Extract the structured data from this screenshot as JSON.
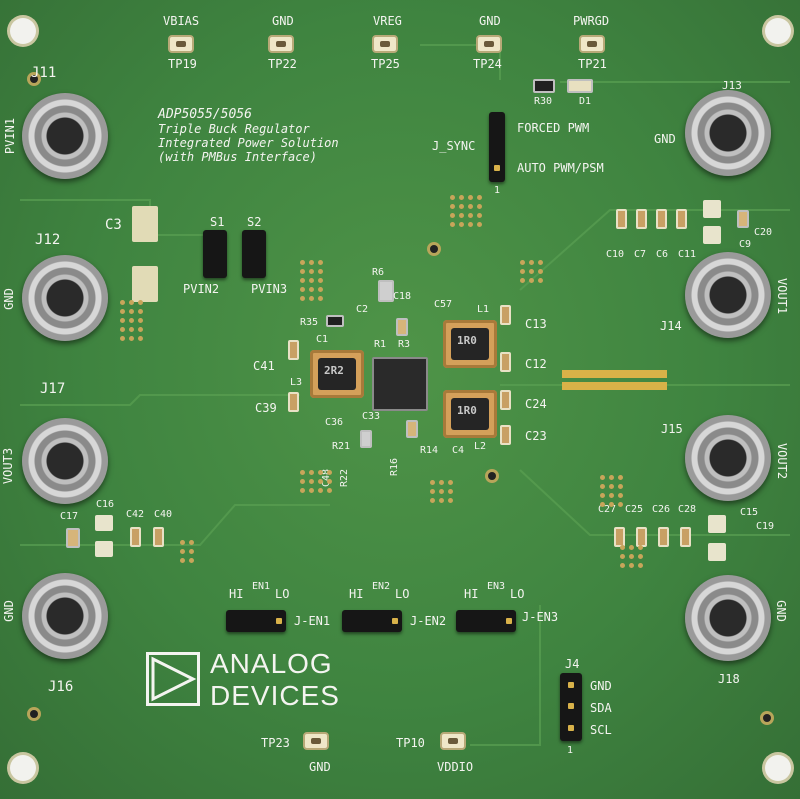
{
  "board": {
    "title_lines": [
      "ADP5055/5056",
      "Triple Buck Regulator",
      "Integrated Power Solution",
      "(with PMBus Interface)"
    ],
    "logo": {
      "line1": "ANALOG",
      "line2": "DEVICES"
    }
  },
  "test_points": [
    {
      "name": "VBIAS",
      "id": "TP19"
    },
    {
      "name": "GND",
      "id": "TP22"
    },
    {
      "name": "VREG",
      "id": "TP25"
    },
    {
      "name": "GND",
      "id": "TP24"
    },
    {
      "name": "PWRGD",
      "id": "TP21"
    },
    {
      "id": "TP23",
      "name": "GND"
    },
    {
      "id": "TP10",
      "name": "VDDIO"
    }
  ],
  "jacks": {
    "j11": {
      "id": "J11",
      "name": "PVIN1"
    },
    "j12": {
      "id": "J12",
      "name": "GND"
    },
    "j17": {
      "id": "J17",
      "name": "VOUT3"
    },
    "j16": {
      "id": "J16",
      "name": "GND"
    },
    "j13": {
      "id": "J13",
      "name": "GND"
    },
    "j14": {
      "id": "J14",
      "name": "VOUT1"
    },
    "j15": {
      "id": "J15",
      "name": "VOUT2"
    },
    "j18": {
      "id": "J18",
      "name": "GND"
    }
  },
  "sync": {
    "label": "J_SYNC",
    "forced": "FORCED PWM",
    "auto": "AUTO PWM/PSM",
    "pin1": "1"
  },
  "switches": {
    "s1": "S1",
    "s2": "S2",
    "pvin2": "PVIN2",
    "pvin3": "PVIN3"
  },
  "enables": [
    {
      "hi": "HI",
      "en": "EN1",
      "lo": "LO",
      "name": "J-EN1"
    },
    {
      "hi": "HI",
      "en": "EN2",
      "lo": "LO",
      "name": "J-EN2"
    },
    {
      "hi": "HI",
      "en": "EN3",
      "lo": "LO",
      "name": "J-EN3"
    }
  ],
  "j4": {
    "id": "J4",
    "pins": [
      "GND",
      "SDA",
      "SCL"
    ],
    "pin1": "1"
  },
  "refdes": {
    "r30": "R30",
    "d1": "D1",
    "c3": "C3",
    "c10": "C10",
    "c7": "C7",
    "c6": "C6",
    "c11": "C11",
    "c9": "C9",
    "c20": "C20",
    "r6": "R6",
    "c18": "C18",
    "c2": "C2",
    "r35": "R35",
    "c57": "C57",
    "l1": "L1",
    "c1": "C1",
    "r1": "R1",
    "r3": "R3",
    "c13": "C13",
    "c12": "C12",
    "c41": "C41",
    "l3": "L3",
    "c39": "C39",
    "c24": "C24",
    "c23": "C23",
    "c36": "C36",
    "c33": "C33",
    "r21": "R21",
    "r14": "R14",
    "c48": "C48",
    "r22": "R22",
    "r16": "R16",
    "c4": "C4",
    "l2": "L2",
    "c27": "C27",
    "c25": "C25",
    "c26": "C26",
    "c28": "C28",
    "c15": "C15",
    "c19": "C19",
    "c17": "C17",
    "c16": "C16",
    "c42": "C42",
    "c40": "C40"
  },
  "inductor_marks": {
    "l1": "1R0",
    "l2": "1R0",
    "l3": "2R2"
  },
  "colors": {
    "board": "#3f8440",
    "silkscreen": "#f4f4f0",
    "pad_gold": "#d9b248",
    "connector": "#161616"
  }
}
